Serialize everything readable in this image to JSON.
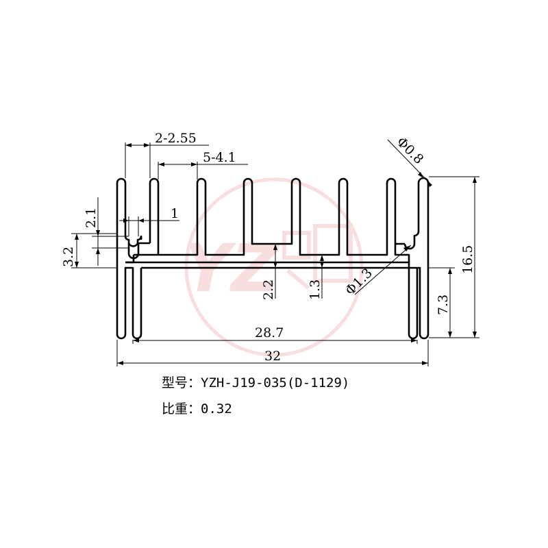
{
  "watermark": {
    "text": "YZ",
    "color": "#e88a8a"
  },
  "dimensions": {
    "fin_pitch": "2-2.55",
    "groove_width": "5-4.1",
    "slot_width": "1",
    "slot_height": "2.1",
    "side_height": "3.2",
    "base_height": "2.2",
    "groove_depth": "1.3",
    "fin_tip_diameter": "Φ0.8",
    "groove_diameter": "Φ1.3",
    "total_height": "16.5",
    "leg_height": "7.3",
    "inner_width": "28.7",
    "total_width": "32"
  },
  "info": {
    "model_label": "型号：",
    "model_value": "YZH-J19-035(D-1129)",
    "weight_label": "比重：",
    "weight_value": "0.32"
  }
}
